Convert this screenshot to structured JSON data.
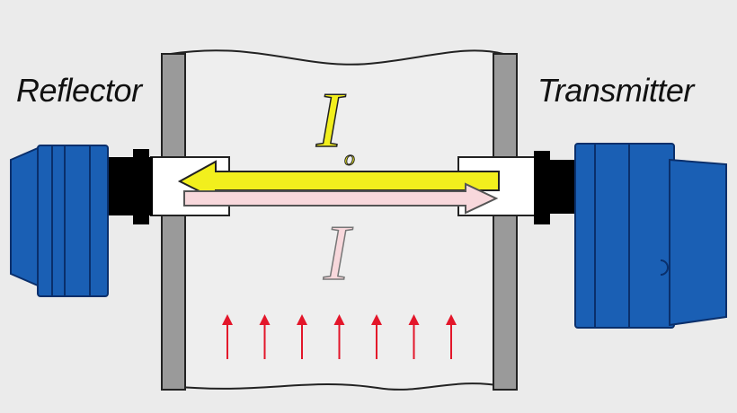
{
  "labels": {
    "reflector": "Reflector",
    "transmitter": "Transmitter",
    "emitted_intensity": "I",
    "emitted_intensity_subscript": "o",
    "received_intensity": "I"
  },
  "colors": {
    "background": "#ebebeb",
    "duct": "#eeeeee",
    "duct_wall": "#9a9a9a",
    "device_blue": "#1a5fb4",
    "device_dark": "#0a2f6b",
    "emitted_beam": "#f2ef1d",
    "received_beam": "#f8d8dc",
    "flow_arrow": "#e3162a"
  },
  "flow_arrows": {
    "count": 7,
    "icon": "red-up-arrow"
  }
}
